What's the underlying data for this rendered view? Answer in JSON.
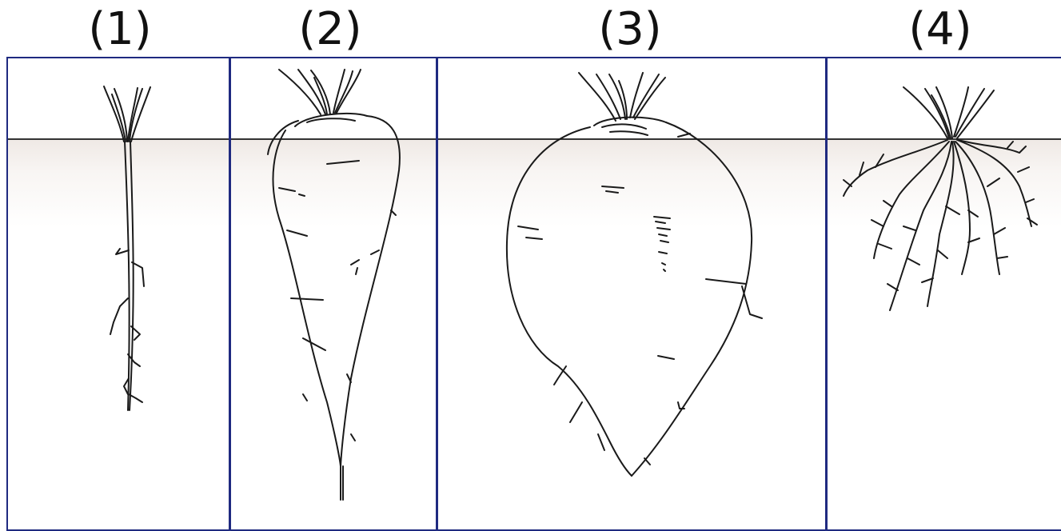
{
  "panels": [
    {
      "label": "(1)"
    },
    {
      "label": "(2)"
    },
    {
      "label": "(3)"
    },
    {
      "label": "(4)"
    }
  ],
  "colors": {
    "frame": "#1f2a80",
    "soil": "#efe9e5",
    "line": "#1a1a1a"
  }
}
